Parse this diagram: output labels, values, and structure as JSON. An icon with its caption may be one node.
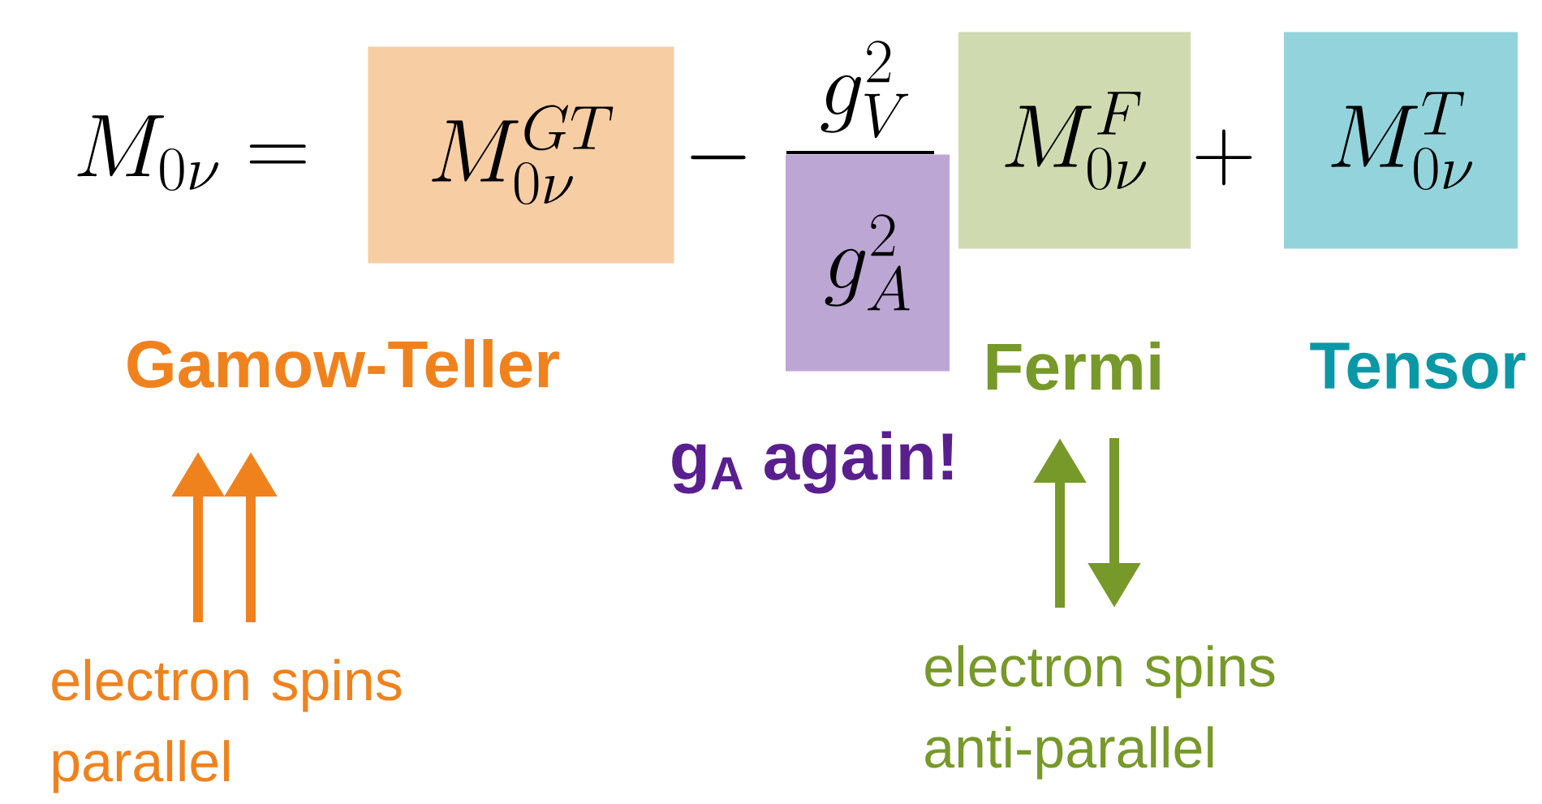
{
  "diagram": {
    "nodes": [
      {
        "text": [
          "M^{GT}_{0\\nu}"
        ],
        "beside": [
          "Gamow-Teller"
        ]
      },
      {
        "text": [
          "g_A^2"
        ],
        "beside": [
          "g$_{A}$ again!"
        ]
      },
      {
        "text": [
          "M^{F}_{0\\nu}"
        ]
      },
      {
        "text": [
          "M^{T}_{0\\nu}"
        ],
        "beside": [
          "Tensor"
        ]
      }
    ],
    "labels": [
      "M_{0\\nu} =",
      "-",
      "g_V^2",
      "+",
      "Fermi",
      "electron spins parallel",
      "electron spins anti-parallel"
    ]
  }
}
